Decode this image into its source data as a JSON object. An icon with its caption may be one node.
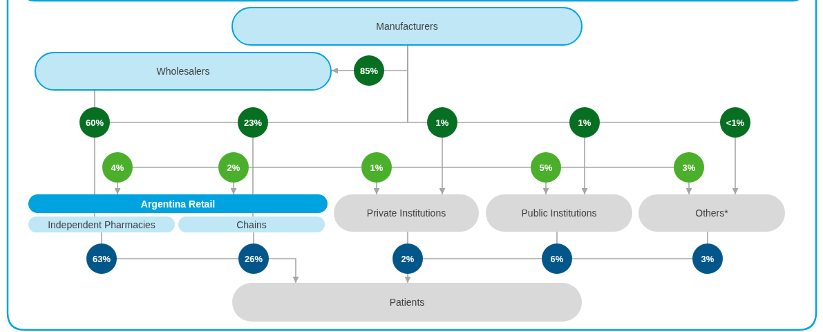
{
  "diagram": {
    "nodes": [
      {
        "text": [
          "Manufacturers"
        ]
      },
      {
        "text": [
          "Wholesalers"
        ]
      },
      {
        "text": [
          "85%"
        ]
      },
      {
        "text": [
          "60%"
        ]
      },
      {
        "text": [
          "23%"
        ]
      },
      {
        "text": [
          "1%"
        ]
      },
      {
        "text": [
          "1%"
        ]
      },
      {
        "text": [
          "<1%"
        ]
      },
      {
        "text": [
          "4%"
        ]
      },
      {
        "text": [
          "2%"
        ]
      },
      {
        "text": [
          "1%"
        ]
      },
      {
        "text": [
          "5%"
        ]
      },
      {
        "text": [
          "3%"
        ]
      },
      {
        "text": [
          "Argentina Retail"
        ]
      },
      {
        "text": [
          "Independent Pharmacies"
        ]
      },
      {
        "text": [
          "Chains"
        ]
      },
      {
        "text": [
          "Private Institutions"
        ]
      },
      {
        "text": [
          "Public Institutions"
        ]
      },
      {
        "text": [
          "Others*"
        ]
      },
      {
        "text": [
          "63%"
        ]
      },
      {
        "text": [
          "26%"
        ]
      },
      {
        "text": [
          "2%"
        ]
      },
      {
        "text": [
          "6%"
        ]
      },
      {
        "text": [
          "3%"
        ]
      },
      {
        "text": [
          "Patients"
        ]
      }
    ],
    "edges": [
      {
        "from": 0,
        "to": 2,
        "arrow": "none"
      },
      {
        "from": 2,
        "to": 1,
        "arrow": "to"
      },
      {
        "from": 1,
        "to": 3,
        "arrow": "none"
      },
      {
        "from": 3,
        "to": 4,
        "arrow": "none"
      },
      {
        "from": 0,
        "to": 4,
        "arrow": "none"
      },
      {
        "from": 0,
        "to": 5,
        "arrow": "none"
      },
      {
        "from": 5,
        "to": 6,
        "arrow": "none"
      },
      {
        "from": 6,
        "to": 7,
        "arrow": "none"
      },
      {
        "from": 3,
        "to": 13,
        "arrow": "none"
      },
      {
        "from": 4,
        "to": 13,
        "arrow": "none"
      },
      {
        "from": 8,
        "to": 9,
        "arrow": "none"
      },
      {
        "from": 9,
        "to": 10,
        "arrow": "none"
      },
      {
        "from": 10,
        "to": 11,
        "arrow": "none"
      },
      {
        "from": 11,
        "to": 12,
        "arrow": "none"
      },
      {
        "from": 8,
        "to": 13,
        "arrow": "to"
      },
      {
        "from": 9,
        "to": 13,
        "arrow": "to"
      },
      {
        "from": 10,
        "to": 16,
        "arrow": "to"
      },
      {
        "from": 5,
        "to": 16,
        "arrow": "to"
      },
      {
        "from": 11,
        "to": 17,
        "arrow": "to"
      },
      {
        "from": 6,
        "to": 17,
        "arrow": "to"
      },
      {
        "from": 12,
        "to": 18,
        "arrow": "to"
      },
      {
        "from": 7,
        "to": 18,
        "arrow": "to"
      },
      {
        "from": 14,
        "to": 19,
        "arrow": "none"
      },
      {
        "from": 15,
        "to": 20,
        "arrow": "none"
      },
      {
        "from": 19,
        "to": 20,
        "arrow": "none"
      },
      {
        "from": 20,
        "to": 24,
        "arrow": "to"
      },
      {
        "from": 16,
        "to": 21,
        "arrow": "none"
      },
      {
        "from": 21,
        "to": 24,
        "arrow": "to"
      },
      {
        "from": 21,
        "to": 22,
        "arrow": "none"
      },
      {
        "from": 17,
        "to": 22,
        "arrow": "none"
      },
      {
        "from": 22,
        "to": 23,
        "arrow": "none"
      },
      {
        "from": 18,
        "to": 23,
        "arrow": "none"
      },
      {
        "from": 13,
        "to": 14,
        "arrow": "none"
      },
      {
        "from": 13,
        "to": 15,
        "arrow": "none"
      }
    ]
  }
}
